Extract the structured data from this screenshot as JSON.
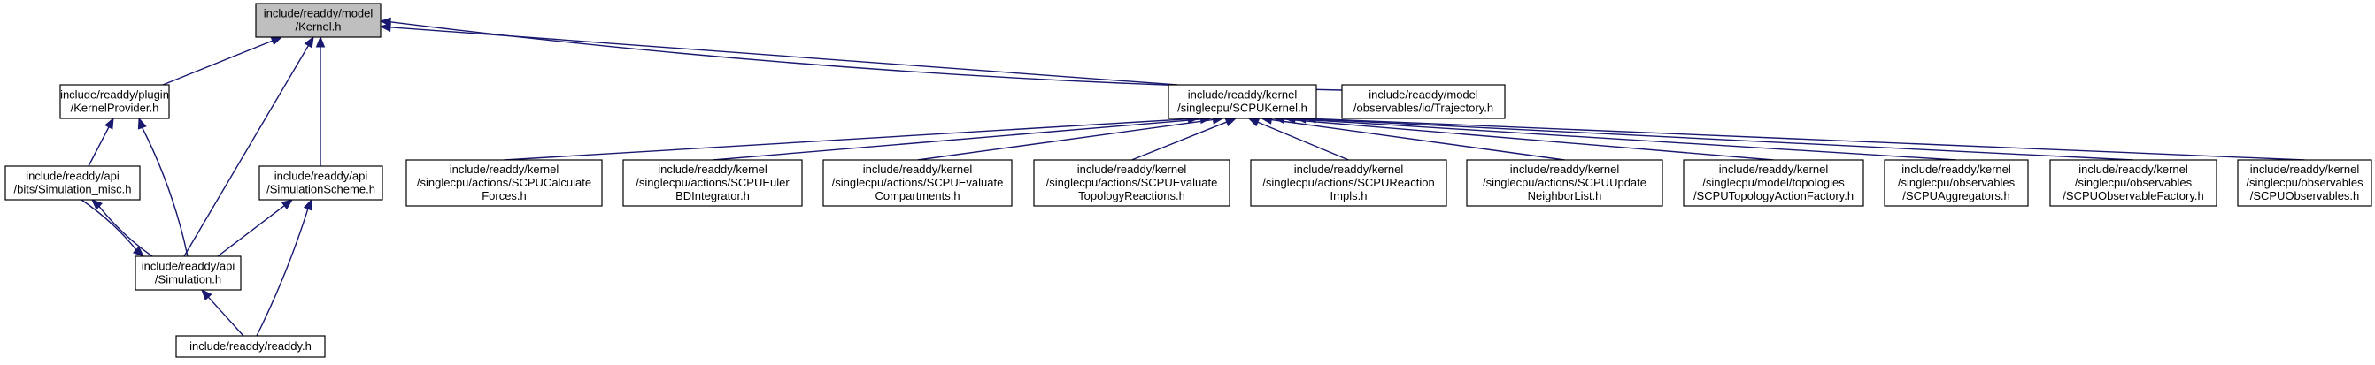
{
  "diagram": {
    "type": "include-dependency-graph",
    "colors": {
      "edge": "#191970",
      "node_border": "#000000",
      "node_fill": "#ffffff",
      "root_fill": "#bfbfbf",
      "text": "#000000"
    },
    "nodes": [
      {
        "id": "kernel_h",
        "lines": [
          "include/readdy/model",
          "/Kernel.h"
        ],
        "root": true
      },
      {
        "id": "kernelprovider_h",
        "lines": [
          "include/readdy/plugin",
          "/KernelProvider.h"
        ]
      },
      {
        "id": "simulation_misc_h",
        "lines": [
          "include/readdy/api",
          "/bits/Simulation_misc.h"
        ]
      },
      {
        "id": "simulation_h",
        "lines": [
          "include/readdy/api",
          "/Simulation.h"
        ]
      },
      {
        "id": "readdy_h",
        "lines": [
          "include/readdy/readdy.h"
        ]
      },
      {
        "id": "simulationscheme_h",
        "lines": [
          "include/readdy/api",
          "/SimulationScheme.h"
        ]
      },
      {
        "id": "scpukernel_h",
        "lines": [
          "include/readdy/kernel",
          "/singlecpu/SCPUKernel.h"
        ]
      },
      {
        "id": "trajectory_h",
        "lines": [
          "include/readdy/model",
          "/observables/io/Trajectory.h"
        ]
      },
      {
        "id": "scpucalculateforces_h",
        "lines": [
          "include/readdy/kernel",
          "/singlecpu/actions/SCPUCalculate",
          "Forces.h"
        ]
      },
      {
        "id": "scpueulerbdintegrator_h",
        "lines": [
          "include/readdy/kernel",
          "/singlecpu/actions/SCPUEuler",
          "BDIntegrator.h"
        ]
      },
      {
        "id": "scpuevaluatecompartments_h",
        "lines": [
          "include/readdy/kernel",
          "/singlecpu/actions/SCPUEvaluate",
          "Compartments.h"
        ]
      },
      {
        "id": "scpuevaluatetopologyreactions_h",
        "lines": [
          "include/readdy/kernel",
          "/singlecpu/actions/SCPUEvaluate",
          "TopologyReactions.h"
        ]
      },
      {
        "id": "scpureactionimpls_h",
        "lines": [
          "include/readdy/kernel",
          "/singlecpu/actions/SCPUReaction",
          "Impls.h"
        ]
      },
      {
        "id": "scpuupdateneighborlist_h",
        "lines": [
          "include/readdy/kernel",
          "/singlecpu/actions/SCPUUpdate",
          "NeighborList.h"
        ]
      },
      {
        "id": "scputopologyactionfactory_h",
        "lines": [
          "include/readdy/kernel",
          "/singlecpu/model/topologies",
          "/SCPUTopologyActionFactory.h"
        ]
      },
      {
        "id": "scpuaggregators_h",
        "lines": [
          "include/readdy/kernel",
          "/singlecpu/observables",
          "/SCPUAggregators.h"
        ]
      },
      {
        "id": "scpuobservablefactory_h",
        "lines": [
          "include/readdy/kernel",
          "/singlecpu/observables",
          "/SCPUObservableFactory.h"
        ]
      },
      {
        "id": "scpuobservables_h",
        "lines": [
          "include/readdy/kernel",
          "/singlecpu/observables",
          "/SCPUObservables.h"
        ]
      }
    ],
    "edges": [
      {
        "from": "kernelprovider_h",
        "to": "kernel_h"
      },
      {
        "from": "simulation_h",
        "to": "kernel_h"
      },
      {
        "from": "simulationscheme_h",
        "to": "kernel_h"
      },
      {
        "from": "scpukernel_h",
        "to": "kernel_h"
      },
      {
        "from": "trajectory_h",
        "to": "kernel_h"
      },
      {
        "from": "simulation_misc_h",
        "to": "kernelprovider_h"
      },
      {
        "from": "simulation_h",
        "to": "kernelprovider_h"
      },
      {
        "from": "simulation_h",
        "to": "simulation_misc_h"
      },
      {
        "from": "simulation_misc_h",
        "to": "simulation_h"
      },
      {
        "from": "readdy_h",
        "to": "simulation_h"
      },
      {
        "from": "simulation_h",
        "to": "simulationscheme_h"
      },
      {
        "from": "readdy_h",
        "to": "simulationscheme_h"
      },
      {
        "from": "scpucalculateforces_h",
        "to": "scpukernel_h"
      },
      {
        "from": "scpueulerbdintegrator_h",
        "to": "scpukernel_h"
      },
      {
        "from": "scpuevaluatecompartments_h",
        "to": "scpukernel_h"
      },
      {
        "from": "scpuevaluatetopologyreactions_h",
        "to": "scpukernel_h"
      },
      {
        "from": "scpureactionimpls_h",
        "to": "scpukernel_h"
      },
      {
        "from": "scpuupdateneighborlist_h",
        "to": "scpukernel_h"
      },
      {
        "from": "scputopologyactionfactory_h",
        "to": "scpukernel_h"
      },
      {
        "from": "scpuaggregators_h",
        "to": "scpukernel_h"
      },
      {
        "from": "scpuobservablefactory_h",
        "to": "scpukernel_h"
      },
      {
        "from": "scpuobservables_h",
        "to": "scpukernel_h"
      }
    ]
  }
}
